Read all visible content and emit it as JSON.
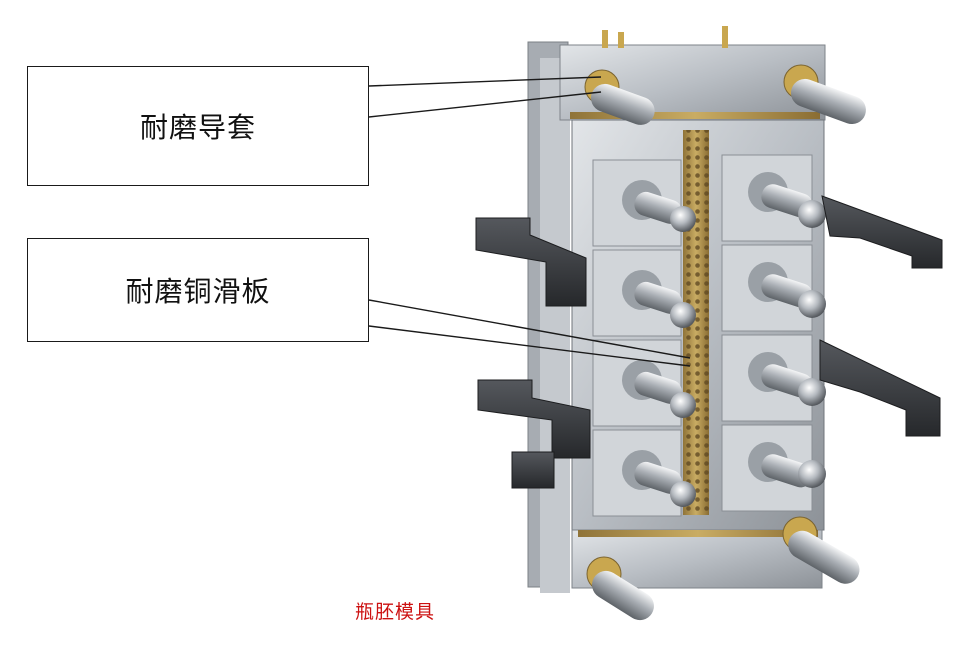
{
  "callouts": [
    {
      "label": "耐磨导套"
    },
    {
      "label": "耐磨铜滑板"
    }
  ],
  "caption": {
    "text": "瓶胚模具",
    "color": "#cc1111"
  },
  "illustration": {
    "subject": "mold-assembly-photo",
    "colors": {
      "steel": "#b9bec4",
      "bronze": "#b89a52",
      "dark": "#2f3135"
    }
  }
}
